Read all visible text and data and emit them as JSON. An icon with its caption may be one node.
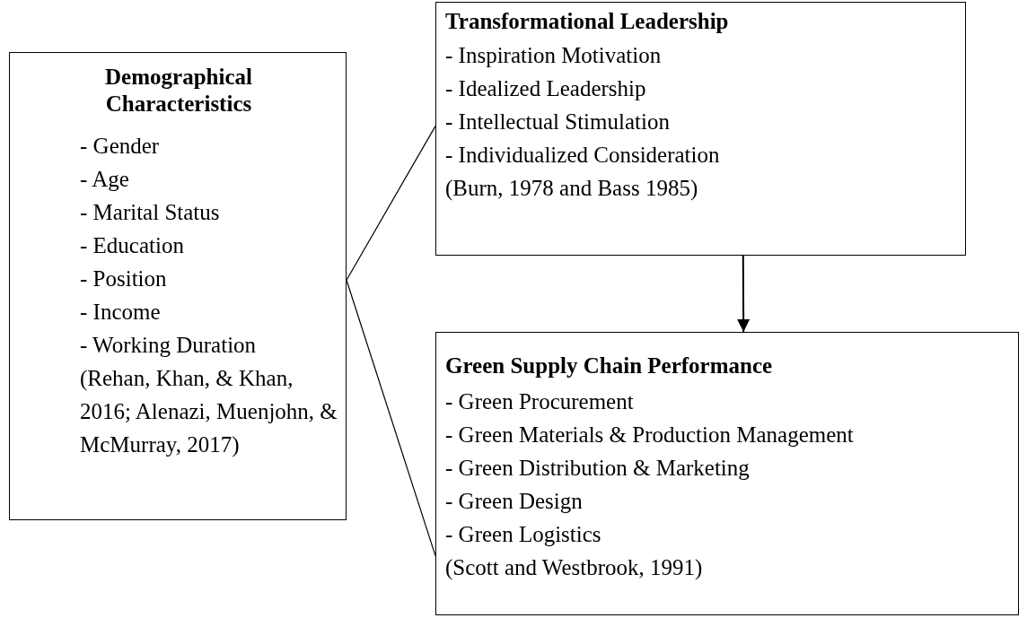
{
  "diagram": {
    "nodes": [
      {
        "text": [
          "Demographical Characteristics",
          "- Gender",
          "- Age",
          "- Marital Status",
          "- Education",
          "- Position",
          "- Income",
          "- Working Duration",
          "(Rehan, Khan, & Khan, 2016; Alenazi, Muenjohn, & McMurray, 2017)"
        ]
      },
      {
        "text": [
          "Transformational Leadership",
          "- Inspiration Motivation",
          "- Idealized Leadership",
          "- Intellectual Stimulation",
          "- Individualized Consideration",
          "(Burn, 1978 and Bass 1985)"
        ]
      },
      {
        "text": [
          "Green Supply Chain Performance",
          "- Green Procurement",
          "- Green Materials & Production Management",
          "- Green Distribution & Marketing",
          "- Green Design",
          "- Green Logistics",
          "(Scott and Westbrook, 1991)"
        ]
      }
    ],
    "edges": [
      {
        "from": 0,
        "to": 1,
        "arrow": "none"
      },
      {
        "from": 0,
        "to": 2,
        "arrow": "none"
      },
      {
        "from": 1,
        "to": 2,
        "arrow": "to"
      }
    ]
  }
}
